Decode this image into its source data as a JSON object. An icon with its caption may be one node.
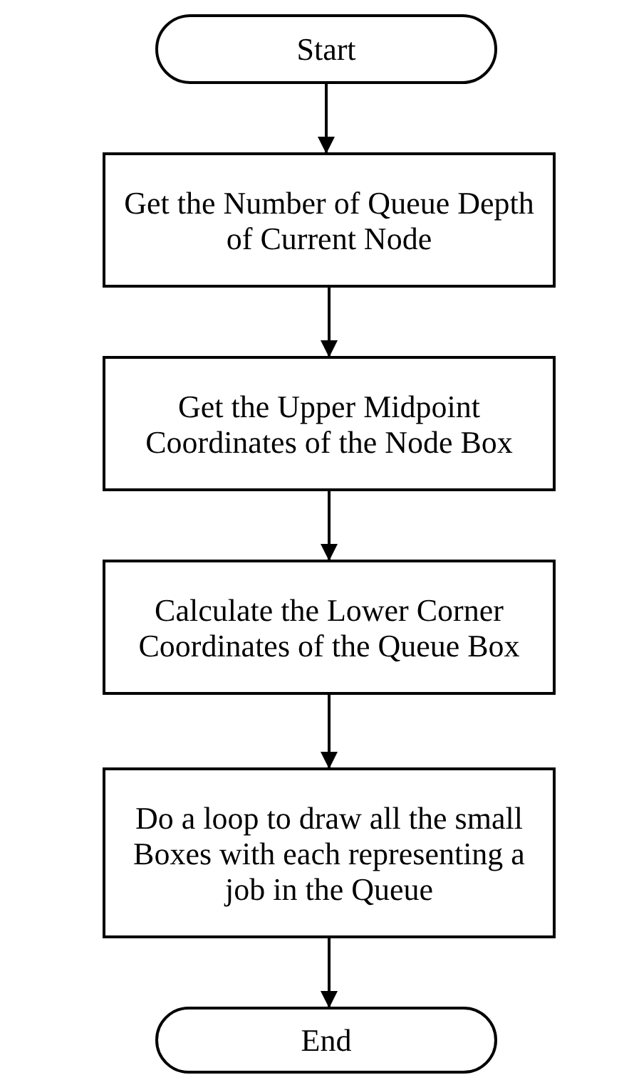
{
  "diagram": {
    "nodes": [
      {
        "text": [
          "Start"
        ]
      },
      {
        "text": [
          "Get the Number of Queue Depth of Current Node"
        ]
      },
      {
        "text": [
          "Get the Upper Midpoint Coordinates of the Node Box"
        ]
      },
      {
        "text": [
          "Calculate the Lower Corner Coordinates of the Queue Box"
        ]
      },
      {
        "text": [
          "Do a loop to draw all the small Boxes with each representing a job in the Queue"
        ]
      },
      {
        "text": [
          "End"
        ]
      }
    ],
    "edges": [
      {
        "from": 0,
        "to": 1,
        "arrow": "to"
      },
      {
        "from": 1,
        "to": 2,
        "arrow": "to"
      },
      {
        "from": 2,
        "to": 3,
        "arrow": "to"
      },
      {
        "from": 3,
        "to": 4,
        "arrow": "to"
      },
      {
        "from": 4,
        "to": 5,
        "arrow": "to"
      }
    ]
  }
}
